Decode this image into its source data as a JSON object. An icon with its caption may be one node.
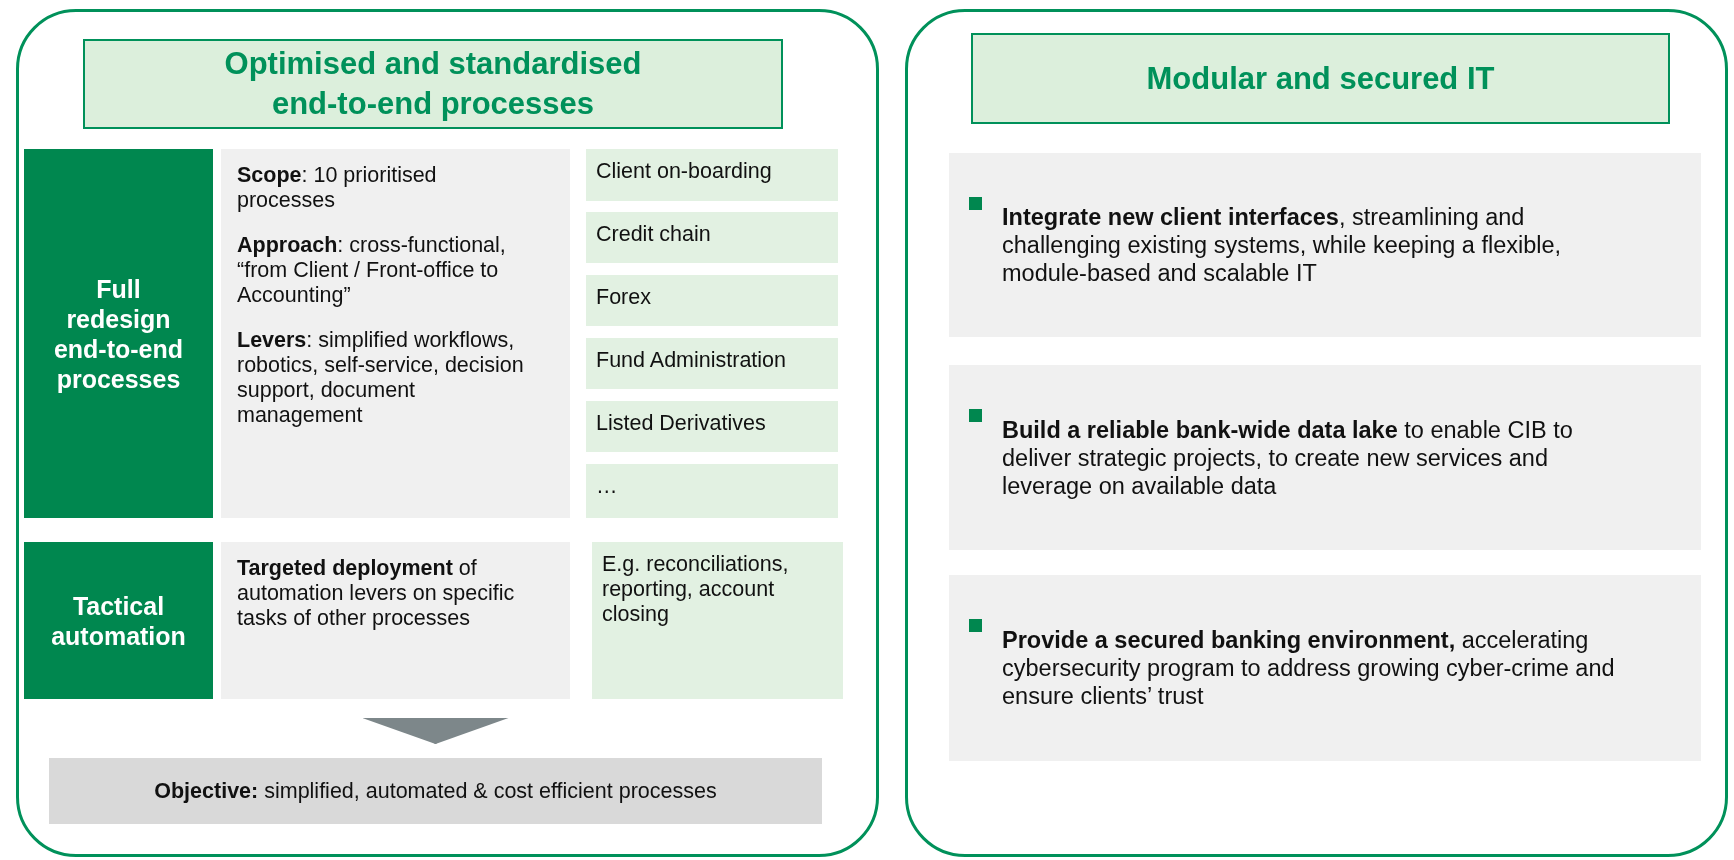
{
  "diagram": {
    "nodes": [
      {
        "text": [],
        "shape": "box"
      },
      {
        "text": [
          "Optimised and standardised end-to-end processes"
        ],
        "in": 0
      },
      {
        "text": [
          "Full redesign end-to-end processes"
        ],
        "in": 0
      },
      {
        "text": [
          "**Scope**: 10 prioritised processes",
          "**Approach**: cross-functional, “from Client / Front-office to Accounting”",
          "**Levers**: simplified workflows, robotics, self-service, decision support, document management"
        ],
        "in": 0
      },
      {
        "text": [
          "Client on-boarding"
        ],
        "in": 0
      },
      {
        "text": [
          "Credit chain"
        ],
        "in": 0
      },
      {
        "text": [
          "Forex"
        ],
        "in": 0
      },
      {
        "text": [
          "Fund Administration"
        ],
        "in": 0
      },
      {
        "text": [
          "Listed Derivatives"
        ],
        "in": 0
      },
      {
        "text": [
          "…"
        ],
        "in": 0
      },
      {
        "text": [
          "Tactical automation"
        ],
        "in": 0
      },
      {
        "text": [
          "**Targeted deployment** of automation levers on specific tasks of other processes"
        ],
        "in": 0
      },
      {
        "text": [
          "E.g. reconciliations, reporting, account closing"
        ],
        "in": 0
      },
      {
        "text": [
          "**Objective:** simplified, automated & cost efficient processes"
        ],
        "in": 0
      },
      {
        "text": [],
        "shape": "box"
      },
      {
        "text": [
          "Modular and secured IT"
        ],
        "in": 14
      },
      {
        "text": [
          "**Integrate new client interfaces**, streamlining and challenging existing systems, while keeping a flexible, module-based and scalable IT"
        ],
        "in": 14
      },
      {
        "text": [
          "**Build a reliable bank-wide data lake** to enable CIB to deliver strategic projects, to create new services and leverage on available data"
        ],
        "in": 14
      },
      {
        "text": [
          "**Provide a secured banking environment,** accelerating cybersecurity program to address growing cyber-crime and ensure clients’ trust"
        ],
        "in": 14
      }
    ],
    "edges": [
      {
        "from": 11,
        "to": 13,
        "arrow": "to"
      }
    ]
  }
}
